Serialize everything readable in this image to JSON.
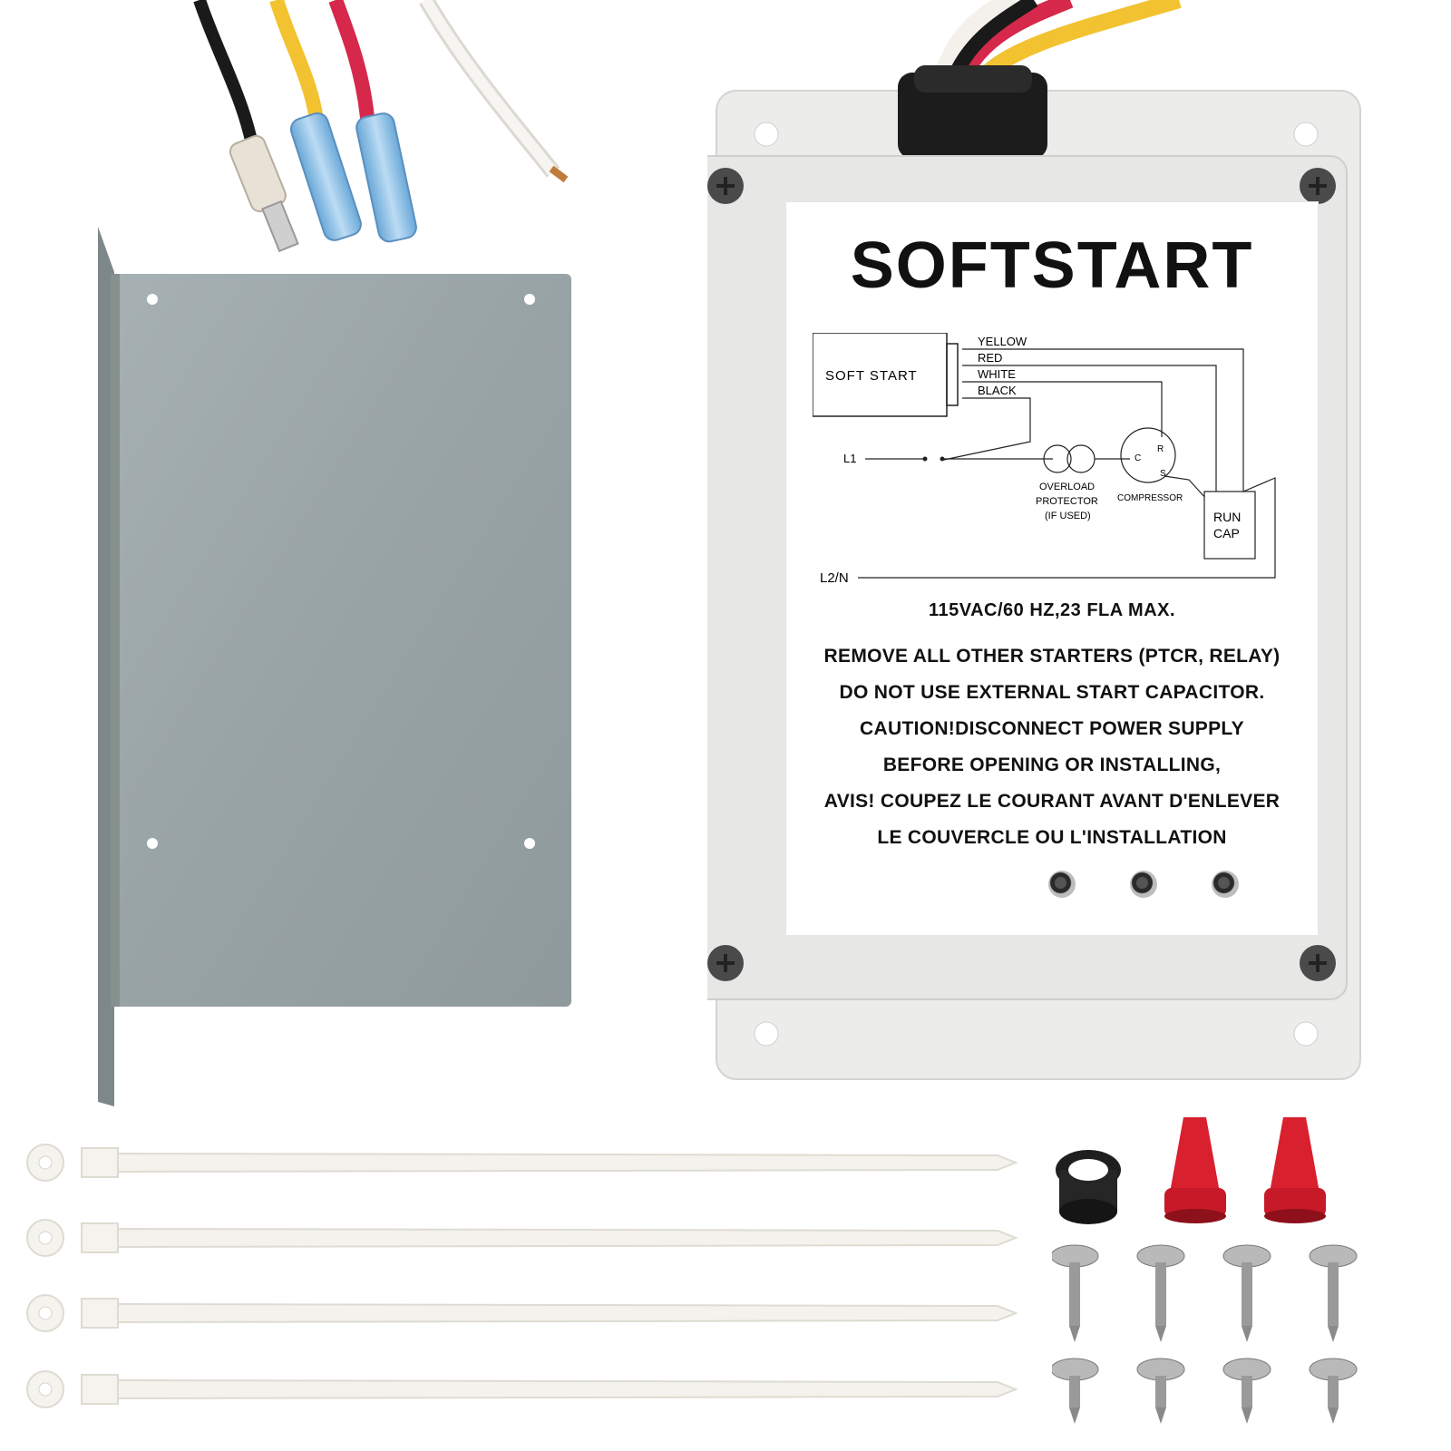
{
  "product": {
    "title": "SOFTSTART",
    "rating": "115VAC/60 HZ,23 FLA MAX.",
    "warnings": [
      "REMOVE ALL OTHER STARTERS (PTCR, RELAY)",
      "DO NOT USE EXTERNAL START CAPACITOR.",
      "CAUTION!DISCONNECT POWER SUPPLY",
      "BEFORE OPENING OR INSTALLING,",
      "AVIS! COUPEZ LE COURANT AVANT D'ENLEVER",
      "LE COUVERCLE OU L'INSTALLATION"
    ]
  },
  "diagram": {
    "block_label": "SOFT START",
    "wire_yellow": "YELLOW",
    "wire_red": "RED",
    "wire_white": "WHITE",
    "wire_black": "BLACK",
    "l1": "L1",
    "l2n": "L2/N",
    "overload_1": "OVERLOAD",
    "overload_2": "PROTECTOR",
    "overload_3": "(IF USED)",
    "compressor": "COMPRESSOR",
    "term_c": "C",
    "term_r": "R",
    "term_s": "S",
    "runcap_1": "RUN",
    "runcap_2": "CAP"
  },
  "colors": {
    "enclosure": "#e9e9e7",
    "bracket": "#9ea8aa",
    "wire_yellow": "#f2c230",
    "wire_red": "#d5284a",
    "wire_black": "#1a1a1a",
    "wire_white": "#f4f1ec",
    "wire_nut_red": "#d8202e"
  }
}
